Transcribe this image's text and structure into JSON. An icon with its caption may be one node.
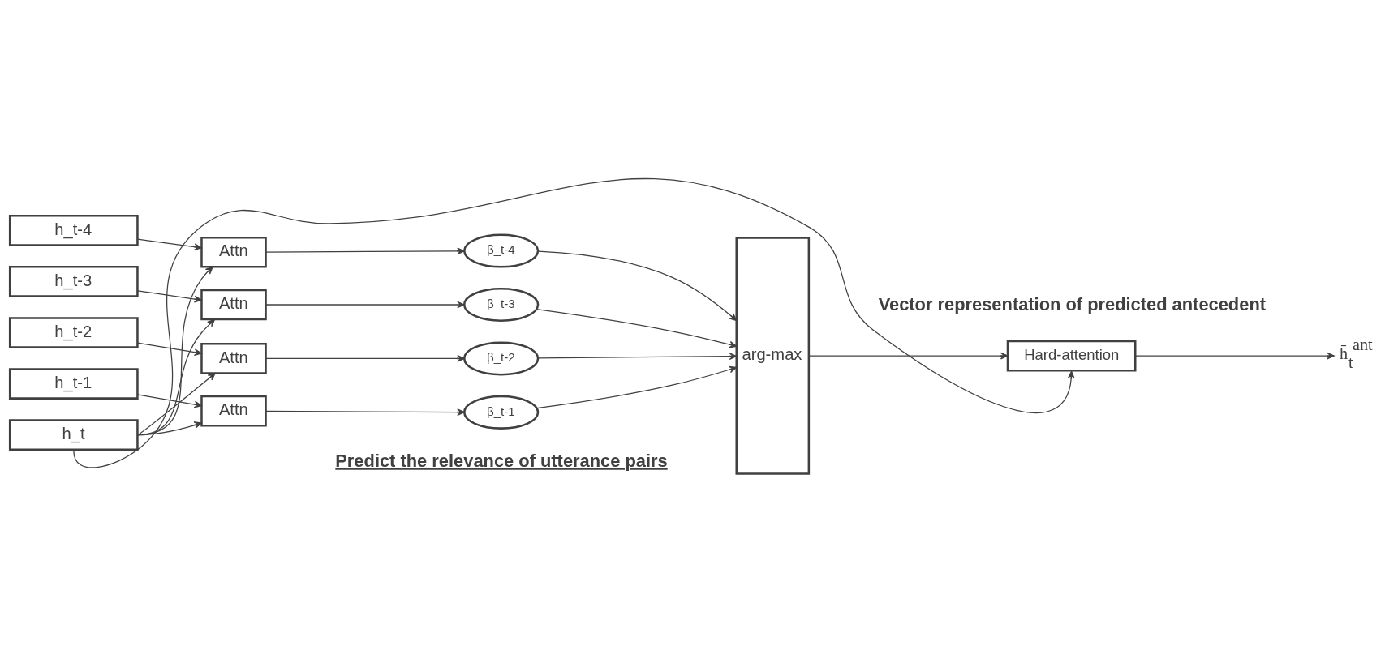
{
  "diagram": {
    "nodes": [
      {
        "text": [
          "h_t-4"
        ]
      },
      {
        "text": [
          "h_t-3"
        ]
      },
      {
        "text": [
          "h_t-2"
        ]
      },
      {
        "text": [
          "h_t-1"
        ]
      },
      {
        "text": [
          "h_t"
        ]
      },
      {
        "text": [
          "Attn"
        ]
      },
      {
        "text": [
          "Attn"
        ]
      },
      {
        "text": [
          "Attn"
        ]
      },
      {
        "text": [
          "Attn"
        ]
      },
      {
        "text": [
          "β_t-4"
        ]
      },
      {
        "text": [
          "β_t-3"
        ]
      },
      {
        "text": [
          "β_t-2"
        ]
      },
      {
        "text": [
          "β_t-1"
        ]
      },
      {
        "text": [
          "arg-max"
        ]
      },
      {
        "text": [
          "Hard-attention"
        ]
      },
      {
        "text": [
          "h̄$_{t}$$^{ant}$"
        ]
      }
    ],
    "edges": [
      {
        "from": 0,
        "to": 5,
        "arrow": "to"
      },
      {
        "from": 1,
        "to": 6,
        "arrow": "to"
      },
      {
        "from": 2,
        "to": 7,
        "arrow": "to"
      },
      {
        "from": 3,
        "to": 8,
        "arrow": "to"
      },
      {
        "from": 4,
        "to": 5,
        "arrow": "to"
      },
      {
        "from": 4,
        "to": 6,
        "arrow": "to"
      },
      {
        "from": 4,
        "to": 7,
        "arrow": "to"
      },
      {
        "from": 4,
        "to": 8,
        "arrow": "to"
      },
      {
        "from": 5,
        "to": 9,
        "arrow": "to"
      },
      {
        "from": 6,
        "to": 10,
        "arrow": "to"
      },
      {
        "from": 7,
        "to": 11,
        "arrow": "to"
      },
      {
        "from": 8,
        "to": 12,
        "arrow": "to"
      },
      {
        "from": 9,
        "to": 13,
        "arrow": "to"
      },
      {
        "from": 10,
        "to": 13,
        "arrow": "to"
      },
      {
        "from": 11,
        "to": 13,
        "arrow": "to"
      },
      {
        "from": 12,
        "to": 13,
        "arrow": "to"
      },
      {
        "from": 13,
        "to": 14,
        "arrow": "to"
      },
      {
        "from": 14,
        "to": 15,
        "arrow": "to"
      },
      {
        "from": 4,
        "to": 14,
        "arrow": "to"
      }
    ],
    "labels": [
      "Vector representation of predicted antecedent",
      "Predict the relevance of utterance pairs"
    ]
  }
}
